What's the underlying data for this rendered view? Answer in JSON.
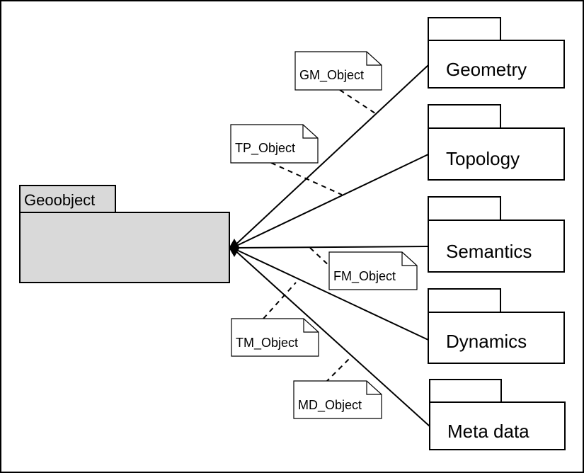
{
  "geoobject": {
    "label": "Geoobject",
    "fill": "#d9d9d9"
  },
  "packages": [
    {
      "label": "Geometry"
    },
    {
      "label": "Topology"
    },
    {
      "label": "Semantics"
    },
    {
      "label": "Dynamics"
    },
    {
      "label": "Meta data"
    }
  ],
  "notes": [
    {
      "label": "GM_Object"
    },
    {
      "label": "TP_Object"
    },
    {
      "label": "FM_Object"
    },
    {
      "label": "TM_Object"
    },
    {
      "label": "MD_Object"
    }
  ],
  "colors": {
    "stroke": "#000000",
    "background": "#ffffff"
  }
}
